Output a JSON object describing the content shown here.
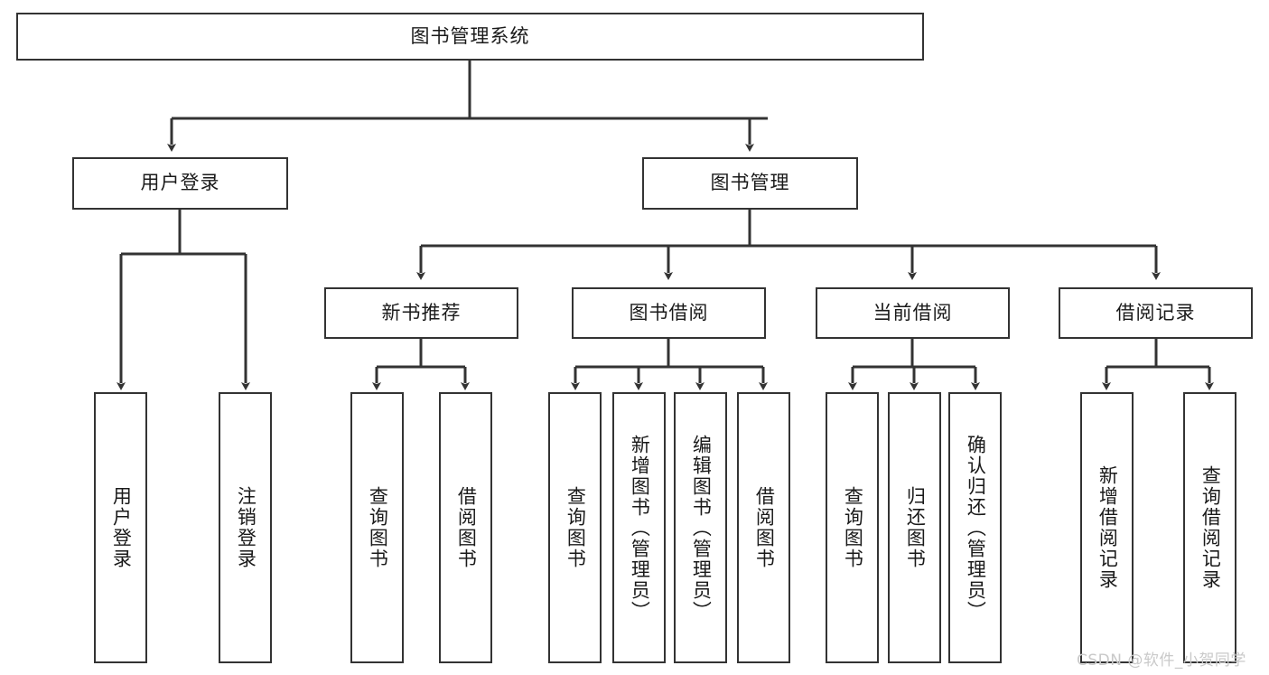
{
  "diagram": {
    "title": "图书管理系统",
    "type": "hierarchy-tree",
    "background_color": "#ffffff",
    "box_border_color": "#333333",
    "text_color": "#1a1a1a",
    "levels": {
      "root": "图书管理系统",
      "level1": [
        "用户登录",
        "图书管理"
      ],
      "level2": [
        "新书推荐",
        "图书借阅",
        "当前借阅",
        "借阅记录"
      ]
    },
    "nodes": {
      "root": {
        "label": "图书管理系统",
        "orientation": "horizontal"
      },
      "user_login": {
        "label": "用户登录",
        "orientation": "horizontal"
      },
      "book_manage": {
        "label": "图书管理",
        "orientation": "horizontal"
      },
      "new_book_rec": {
        "label": "新书推荐",
        "orientation": "horizontal"
      },
      "book_borrow": {
        "label": "图书借阅",
        "orientation": "horizontal"
      },
      "current_borrow": {
        "label": "当前借阅",
        "orientation": "horizontal"
      },
      "borrow_record": {
        "label": "借阅记录",
        "orientation": "horizontal"
      },
      "leaf_user_login": {
        "label": "用户登录",
        "orientation": "vertical"
      },
      "leaf_logout": {
        "label": "注销登录",
        "orientation": "vertical"
      },
      "leaf_query_book_a": {
        "label": "查询图书",
        "orientation": "vertical"
      },
      "leaf_borrow_book_a": {
        "label": "借阅图书",
        "orientation": "vertical"
      },
      "leaf_query_book_b": {
        "label": "查询图书",
        "orientation": "vertical"
      },
      "leaf_add_book": {
        "label": "新增图书（管理员）",
        "orientation": "vertical"
      },
      "leaf_edit_book": {
        "label": "编辑图书（管理员）",
        "orientation": "vertical"
      },
      "leaf_borrow_book_b": {
        "label": "借阅图书",
        "orientation": "vertical"
      },
      "leaf_query_book_c": {
        "label": "查询图书",
        "orientation": "vertical"
      },
      "leaf_return_book": {
        "label": "归还图书",
        "orientation": "vertical"
      },
      "leaf_confirm_return": {
        "label": "确认归还（管理员）",
        "orientation": "vertical"
      },
      "leaf_add_record": {
        "label": "新增借阅记录",
        "orientation": "vertical"
      },
      "leaf_query_record": {
        "label": "查询借阅记录",
        "orientation": "vertical"
      }
    },
    "edges": [
      {
        "from": "root",
        "to": "user_login"
      },
      {
        "from": "root",
        "to": "book_manage"
      },
      {
        "from": "user_login",
        "to": "leaf_user_login"
      },
      {
        "from": "user_login",
        "to": "leaf_logout"
      },
      {
        "from": "book_manage",
        "to": "new_book_rec"
      },
      {
        "from": "book_manage",
        "to": "book_borrow"
      },
      {
        "from": "book_manage",
        "to": "current_borrow"
      },
      {
        "from": "book_manage",
        "to": "borrow_record"
      },
      {
        "from": "new_book_rec",
        "to": "leaf_query_book_a"
      },
      {
        "from": "new_book_rec",
        "to": "leaf_borrow_book_a"
      },
      {
        "from": "book_borrow",
        "to": "leaf_query_book_b"
      },
      {
        "from": "book_borrow",
        "to": "leaf_add_book"
      },
      {
        "from": "book_borrow",
        "to": "leaf_edit_book"
      },
      {
        "from": "book_borrow",
        "to": "leaf_borrow_book_b"
      },
      {
        "from": "current_borrow",
        "to": "leaf_query_book_c"
      },
      {
        "from": "current_borrow",
        "to": "leaf_return_book"
      },
      {
        "from": "current_borrow",
        "to": "leaf_confirm_return"
      },
      {
        "from": "borrow_record",
        "to": "leaf_add_record"
      },
      {
        "from": "borrow_record",
        "to": "leaf_query_record"
      }
    ]
  },
  "watermark": {
    "text": "CSDN @软件_小贺同学",
    "color": "#c9c9c9"
  }
}
